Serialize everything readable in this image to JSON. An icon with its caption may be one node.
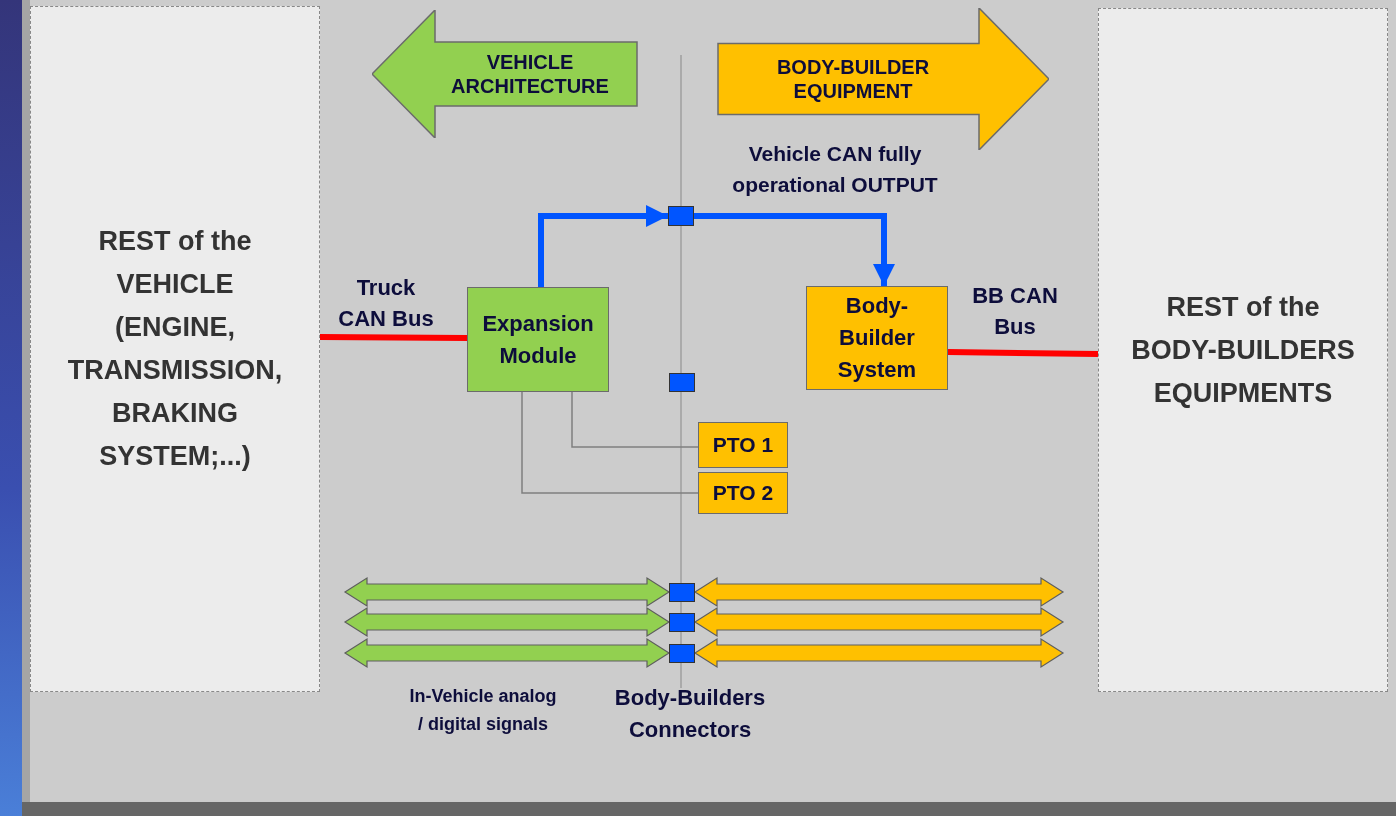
{
  "diagram": {
    "nodes": [
      {
        "text": [
          "REST of the VEHICLE (ENGINE, TRANSMISSION, BRAKING SYSTEM;...)"
        ]
      },
      {
        "text": [
          "VEHICLE ARCHITECTURE"
        ]
      },
      {
        "text": [
          "BODY-BUILDER EQUIPMENT"
        ]
      },
      {
        "text": [
          "Expansion Module"
        ]
      },
      {
        "text": [],
        "shape": "box"
      },
      {
        "text": [
          "Body-Builder System"
        ]
      },
      {
        "text": [],
        "shape": "box"
      },
      {
        "text": [
          "PTO 1"
        ]
      },
      {
        "text": [
          "PTO 2"
        ]
      },
      {
        "text": [],
        "shape": "box"
      },
      {
        "text": [],
        "shape": "box"
      },
      {
        "text": [],
        "shape": "box"
      },
      {
        "text": [
          "REST of the BODY-BUILDERS EQUIPMENTS"
        ]
      }
    ],
    "edges": [
      {
        "from": 0,
        "to": 3,
        "arrow": "none",
        "label": "Truck CAN Bus",
        "color": "#ff0000"
      },
      {
        "from": 3,
        "to": 4,
        "arrow": "to",
        "color": "#0055ff"
      },
      {
        "from": 4,
        "to": 5,
        "arrow": "to",
        "color": "#0055ff"
      },
      {
        "from": 5,
        "to": 12,
        "arrow": "none",
        "label": "BB CAN Bus",
        "color": "#ff0000"
      },
      {
        "from": 3,
        "to": 7,
        "arrow": "none",
        "color": "#7f7f7f"
      },
      {
        "from": 3,
        "to": 8,
        "arrow": "none",
        "color": "#7f7f7f"
      },
      {
        "from": null,
        "to": 9,
        "arrow": "both",
        "style": "thick",
        "color": "#92d050"
      },
      {
        "from": null,
        "to": 10,
        "arrow": "both",
        "style": "thick",
        "color": "#92d050"
      },
      {
        "from": null,
        "to": 11,
        "arrow": "both",
        "style": "thick",
        "color": "#92d050"
      },
      {
        "from": 9,
        "to": null,
        "arrow": "both",
        "style": "thick",
        "color": "#ffc000"
      },
      {
        "from": 10,
        "to": null,
        "arrow": "both",
        "style": "thick",
        "color": "#ffc000"
      },
      {
        "from": 11,
        "to": null,
        "arrow": "both",
        "style": "thick",
        "color": "#ffc000"
      }
    ],
    "labels": [
      "Vehicle CAN fully operational OUTPUT",
      "In-Vehicle analog / digital signals",
      "Body-Builders Connectors"
    ]
  }
}
